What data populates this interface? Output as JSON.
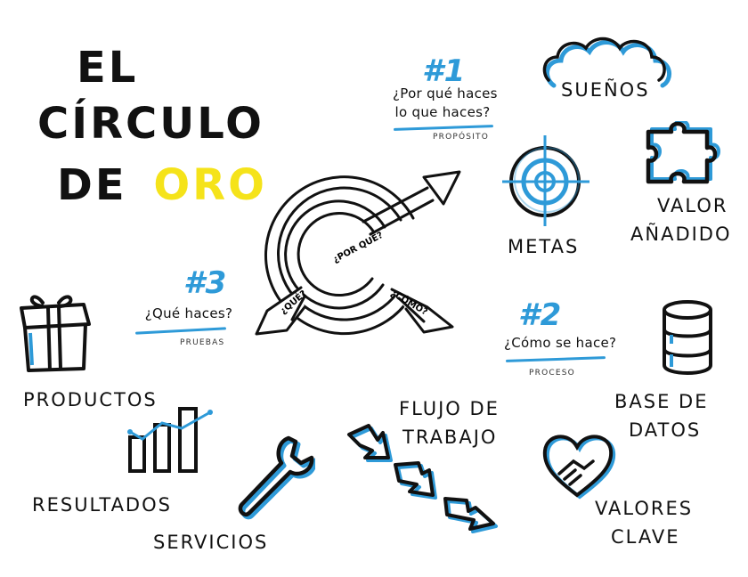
{
  "title": {
    "line1": "EL",
    "line2": "CÍRCULO",
    "line3_prefix": "DE",
    "line3_highlight": "ORO",
    "highlight_color": "#F5E31A"
  },
  "center": {
    "inner_label": "¿POR QUÉ?",
    "left_arrow_label": "¿QUÉ?",
    "right_arrow_label": "¿CÓMO?"
  },
  "steps": {
    "one": {
      "number": "#1",
      "question_line1": "¿Por qué haces",
      "question_line2": "lo que haces?",
      "caption": "PROPÓSITO"
    },
    "two": {
      "number": "#2",
      "question": "¿Cómo se hace?",
      "caption": "PROCESO"
    },
    "three": {
      "number": "#3",
      "question": "¿Qué haces?",
      "caption": "PRUEBAS"
    }
  },
  "labels": {
    "suenos": "SUEÑOS",
    "metas": "METAS",
    "valor_line1": "VALOR",
    "valor_line2": "AÑADIDO",
    "productos": "PRODUCTOS",
    "resultados": "RESULTADOS",
    "servicios": "SERVICIOS",
    "flujo_line1": "FLUJO DE",
    "flujo_line2": "TRABAJO",
    "base_line1": "BASE DE",
    "base_line2": "DATOS",
    "valores_line1": "VALORES",
    "valores_line2": "CLAVE"
  },
  "icons": [
    "cloud-icon",
    "target-icon",
    "puzzle-icon",
    "gift-icon",
    "bar-chart-icon",
    "wrench-icon",
    "workflow-arrows-icon",
    "database-icon",
    "heart-handshake-icon",
    "golden-circle-icon"
  ],
  "colors": {
    "accent": "#2E9AD8",
    "ink": "#111111",
    "gold": "#F5E31A"
  }
}
